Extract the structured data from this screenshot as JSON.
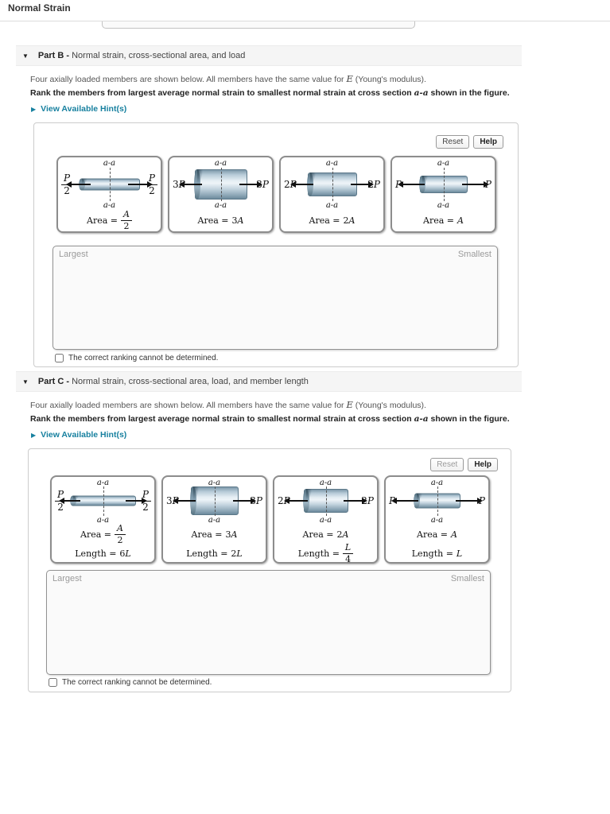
{
  "page": {
    "title": "Normal Strain"
  },
  "icons": {
    "collapse_caret": "▼",
    "hint_caret": "▶"
  },
  "part_b": {
    "label": "Part B - ",
    "subtitle": "Normal strain, cross-sectional area, and load",
    "intro_pre": "Four axially loaded members are shown below. All members have the same value for ",
    "intro_var": "E",
    "intro_post": " (Young's modulus).",
    "rank_pre": "Rank the members from largest average normal strain to smallest normal strain at cross section ",
    "rank_var": "a-a",
    "rank_post": " shown in the figure.",
    "hint_link": "View Available Hint(s)",
    "reset_button": "Reset",
    "help_button": "Help",
    "largest_label": "Largest",
    "smallest_label": "Smallest",
    "checkbox_label": "The correct ranking cannot be determined.",
    "panels": [
      {
        "section": "a-a",
        "load_num": "P",
        "load_den": "2",
        "area_label": "Area =",
        "area_num": "A",
        "area_den": "2"
      },
      {
        "section": "a-a",
        "load_coef": "3",
        "load_var": "P",
        "area_label": "Area =",
        "area_coef": "3",
        "area_var": "A"
      },
      {
        "section": "a-a",
        "load_coef": "2",
        "load_var": "P",
        "area_label": "Area =",
        "area_coef": "2",
        "area_var": "A"
      },
      {
        "section": "a-a",
        "load_var": "P",
        "area_label": "Area =",
        "area_var": "A"
      }
    ]
  },
  "part_c": {
    "label": "Part C - ",
    "subtitle": "Normal strain, cross-sectional area, load, and member length",
    "intro_pre": "Four axially loaded members are shown below. All members have the same value for ",
    "intro_var": "E",
    "intro_post": " (Young's modulus).",
    "rank_pre": "Rank the members from largest average normal strain to smallest normal strain at cross section ",
    "rank_var": "a-a",
    "rank_post": " shown in the figure.",
    "hint_link": "View Available Hint(s)",
    "reset_button": "Reset",
    "help_button": "Help",
    "largest_label": "Largest",
    "smallest_label": "Smallest",
    "checkbox_label": "The correct ranking cannot be determined.",
    "panels": [
      {
        "section": "a-a",
        "load_num": "P",
        "load_den": "2",
        "area_label": "Area =",
        "area_num": "A",
        "area_den": "2",
        "length_label": "Length =",
        "length_coef": "6",
        "length_var": "L"
      },
      {
        "section": "a-a",
        "load_coef": "3",
        "load_var": "P",
        "area_label": "Area =",
        "area_coef": "3",
        "area_var": "A",
        "length_label": "Length =",
        "length_coef": "2",
        "length_var": "L"
      },
      {
        "section": "a-a",
        "load_coef": "2",
        "load_var": "P",
        "area_label": "Area =",
        "area_coef": "2",
        "area_var": "A",
        "length_label": "Length =",
        "length_num": "L",
        "length_den": "4"
      },
      {
        "section": "a-a",
        "load_var": "P",
        "area_label": "Area =",
        "area_var": "A",
        "length_label": "Length =",
        "length_var": "L"
      }
    ]
  }
}
